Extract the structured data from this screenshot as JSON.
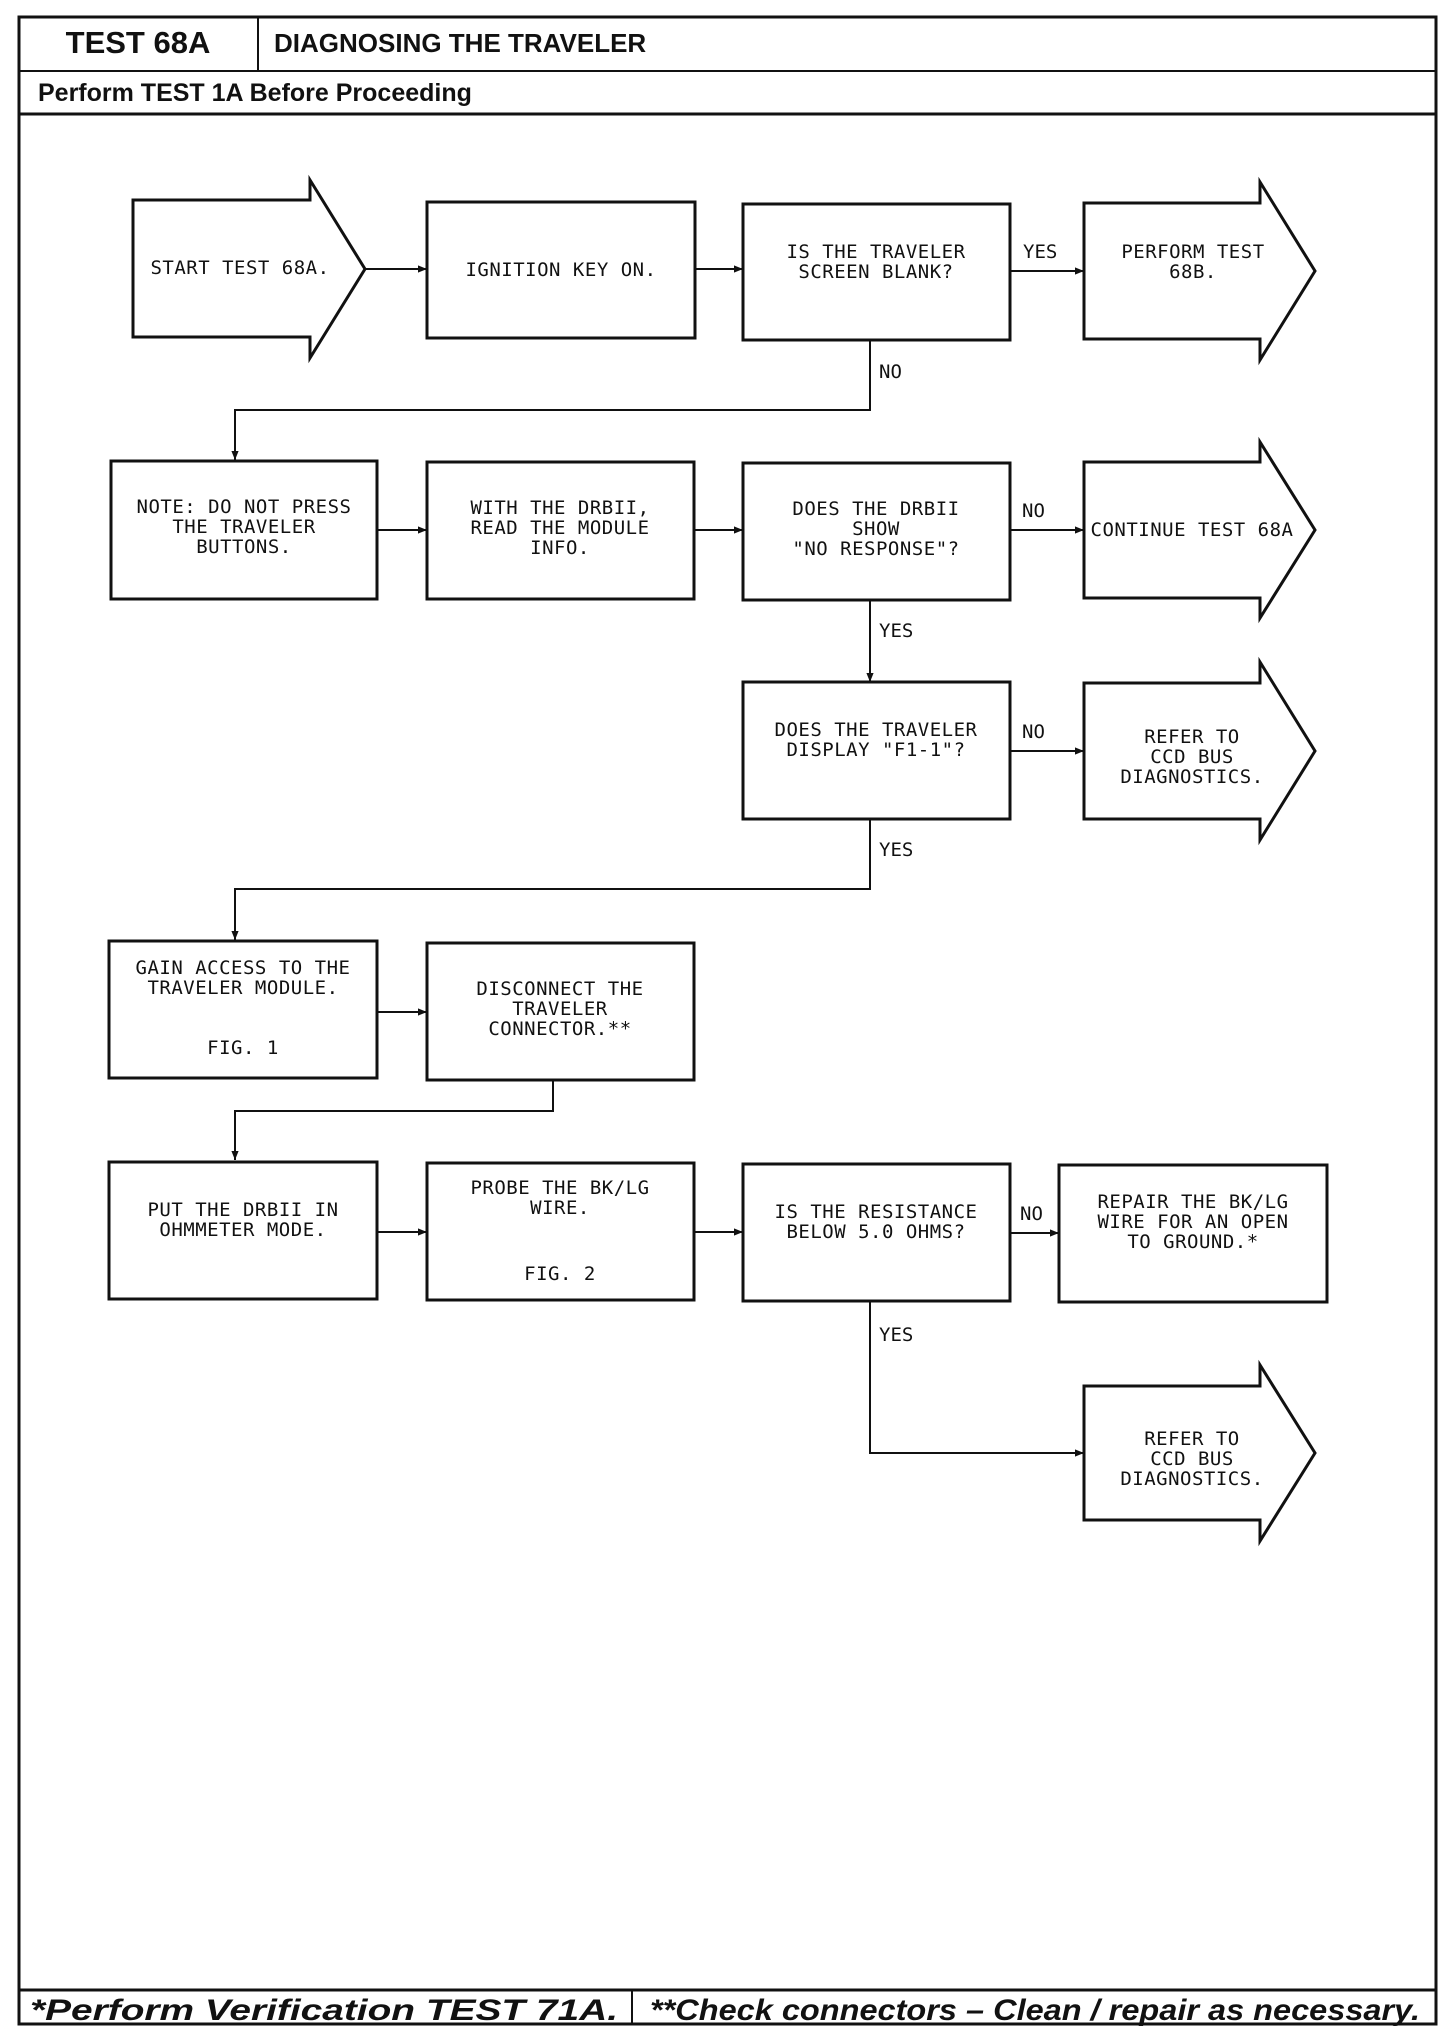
{
  "header": {
    "test_id": "TEST 68A",
    "title": "DIAGNOSING THE TRAVELER",
    "prerequisite": "Perform TEST 1A Before Proceeding"
  },
  "nodes": {
    "start": [
      "START TEST 68A."
    ],
    "ignition": [
      "IGNITION KEY ON."
    ],
    "q_blank": [
      "IS THE TRAVELER",
      "SCREEN BLANK?"
    ],
    "perform_68b": [
      "PERFORM TEST",
      "68B."
    ],
    "note": [
      "NOTE: DO NOT PRESS",
      "THE TRAVELER",
      "BUTTONS."
    ],
    "read_info": [
      "WITH THE DRBII,",
      "READ THE MODULE",
      "INFO."
    ],
    "q_no_response": [
      "DOES THE DRBII",
      "SHOW",
      "\"NO RESPONSE\"?"
    ],
    "continue_68a": [
      "CONTINUE TEST 68A"
    ],
    "q_f1": [
      "DOES THE TRAVELER",
      "DISPLAY \"F1-1\"?"
    ],
    "ccd_1": [
      "REFER TO",
      "CCD BUS",
      "DIAGNOSTICS."
    ],
    "gain_access": [
      "GAIN ACCESS TO THE",
      "TRAVELER MODULE."
    ],
    "gain_access_fig": "FIG. 1",
    "disconnect": [
      "DISCONNECT THE",
      "TRAVELER",
      "CONNECTOR.**"
    ],
    "ohmmeter": [
      "PUT THE DRBII IN",
      "OHMMETER MODE."
    ],
    "probe": [
      "PROBE THE BK/LG",
      "WIRE."
    ],
    "probe_fig": "FIG. 2",
    "q_resistance": [
      "IS THE RESISTANCE",
      "BELOW 5.0 OHMS?"
    ],
    "repair": [
      "REPAIR THE BK/LG",
      "WIRE FOR AN OPEN",
      "TO GROUND.*"
    ],
    "ccd_2": [
      "REFER TO",
      "CCD BUS",
      "DIAGNOSTICS."
    ]
  },
  "edge_labels": {
    "blank_yes": "YES",
    "blank_no": "NO",
    "noresp_no": "NO",
    "noresp_yes": "YES",
    "f1_no": "NO",
    "f1_yes": "YES",
    "res_no": "NO",
    "res_yes": "YES"
  },
  "footer": {
    "left": "*Perform Verification TEST 71A.",
    "right": "**Check connectors – Clean / repair as necessary."
  }
}
